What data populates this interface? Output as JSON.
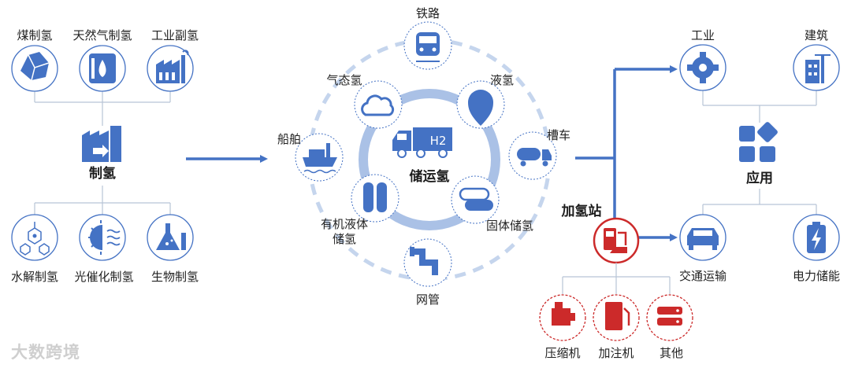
{
  "production": {
    "title": "制氢",
    "top_sources": [
      "煤制氢",
      "天然气制氢",
      "工业副氢"
    ],
    "bottom_sources": [
      "水解制氢",
      "光催化制氢",
      "生物制氢"
    ]
  },
  "storage": {
    "title": "储运氢",
    "center_label": "H2",
    "methods": {
      "railway": "铁路",
      "gaseous": "气态氢",
      "liquid": "液氢",
      "ship": "船舶",
      "tanker": "槽车",
      "organic_liquid": "有机液体\n储氢",
      "solid": "固体储氢",
      "pipeline": "网管"
    }
  },
  "station": {
    "title": "加氢站",
    "equipment": [
      "压缩机",
      "加注机",
      "其他"
    ]
  },
  "application": {
    "title": "应用",
    "top": [
      "工业",
      "建筑"
    ],
    "bottom": [
      "交通运输",
      "电力储能"
    ]
  },
  "colors": {
    "primary_blue": "#4472c4",
    "light_blue": "#c5d5ed",
    "icon_blue": "#6b8fd6",
    "red": "#cc2a2a",
    "line_gray": "#b8c4d6"
  },
  "watermark": "大数跨境"
}
